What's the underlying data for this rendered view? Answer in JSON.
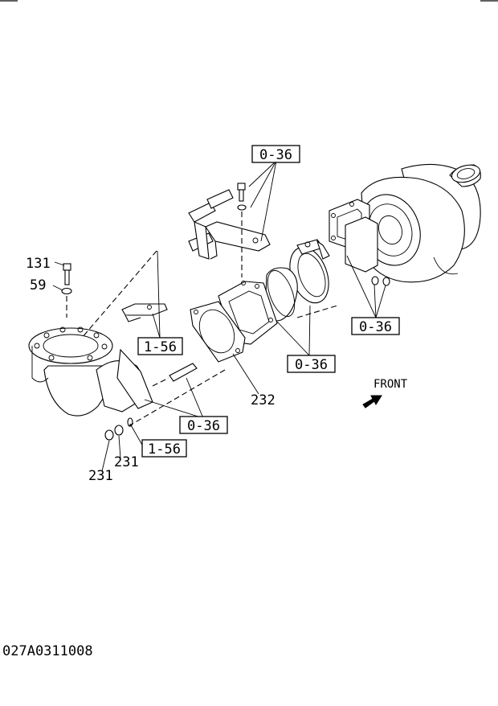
{
  "refs": {
    "ref_top": "0-36",
    "ref_turbo": "0-36",
    "ref_clamp": "0-36",
    "ref_studs": "0-36",
    "ref_bracket": "1-56",
    "ref_washer": "1-56"
  },
  "parts": {
    "bolt": "131",
    "washer": "59",
    "gasket": "232",
    "nut_a": "231",
    "nut_b": "231"
  },
  "direction": {
    "label": "FRONT"
  },
  "drawing_id": "027A0311008"
}
